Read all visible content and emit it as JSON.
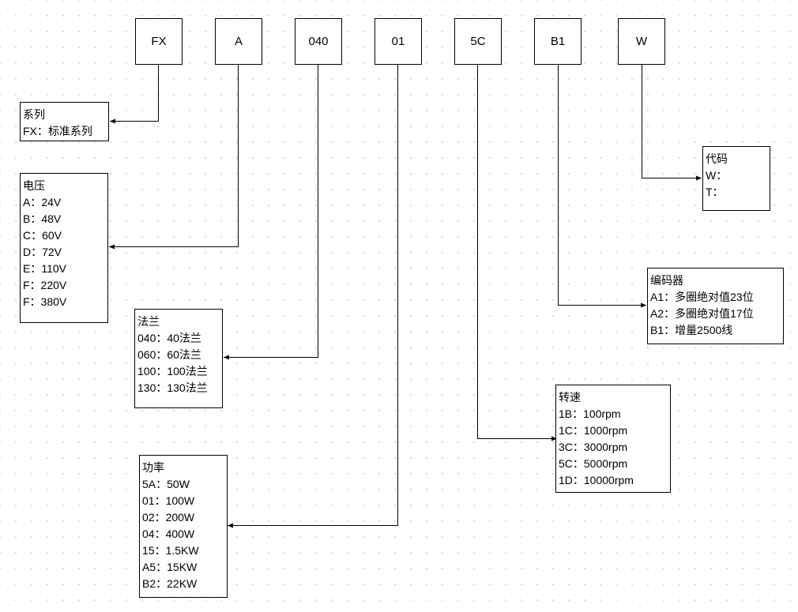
{
  "codes": [
    "FX",
    "A",
    "040",
    "01",
    "5C",
    "B1",
    "W"
  ],
  "legends": {
    "series": {
      "title": "系列",
      "items": [
        "FX：标准系列"
      ]
    },
    "voltage": {
      "title": "电压",
      "items": [
        "A：24V",
        "B：48V",
        "C：60V",
        "D：72V",
        "E：110V",
        "F：220V",
        "F：380V"
      ]
    },
    "flange": {
      "title": "法兰",
      "items": [
        "040：40法兰",
        "060：60法兰",
        "100：100法兰",
        "130：130法兰"
      ]
    },
    "power": {
      "title": "功率",
      "items": [
        "5A：50W",
        "01：100W",
        "02：200W",
        "04：400W",
        "15：1.5KW",
        "A5：15KW",
        "B2：22KW"
      ]
    },
    "speed": {
      "title": "转速",
      "items": [
        "1B：100rpm",
        "1C：1000rpm",
        "3C：3000rpm",
        "5C：5000rpm",
        "1D：10000rpm"
      ]
    },
    "encoder": {
      "title": "编码器",
      "items": [
        "A1：多圈绝对值23位",
        "A2：多圈绝对值17位",
        "B1：增量2500线"
      ]
    },
    "code": {
      "title": "代码",
      "items": [
        "W：",
        "T："
      ]
    }
  }
}
